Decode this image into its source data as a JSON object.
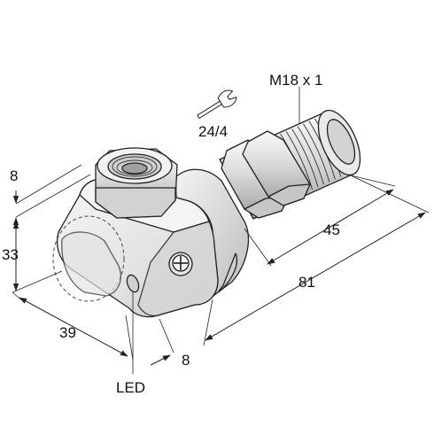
{
  "thread_spec": "M18 x 1",
  "wrench_size": "24/4",
  "dimensions": {
    "head_thickness": "8",
    "head_height": "33",
    "head_width": "39",
    "flange_offset": "8",
    "thread_length": "45",
    "overall_length": "81"
  },
  "led_label": "LED",
  "icons": [
    "wrench-icon",
    "screw-icon"
  ],
  "colors": {
    "housing_light": "#f1f1f1",
    "housing_shade": "#cfcfcf",
    "metal_light": "#efefef",
    "metal_dark": "#a9a9a9",
    "line": "#222222"
  }
}
